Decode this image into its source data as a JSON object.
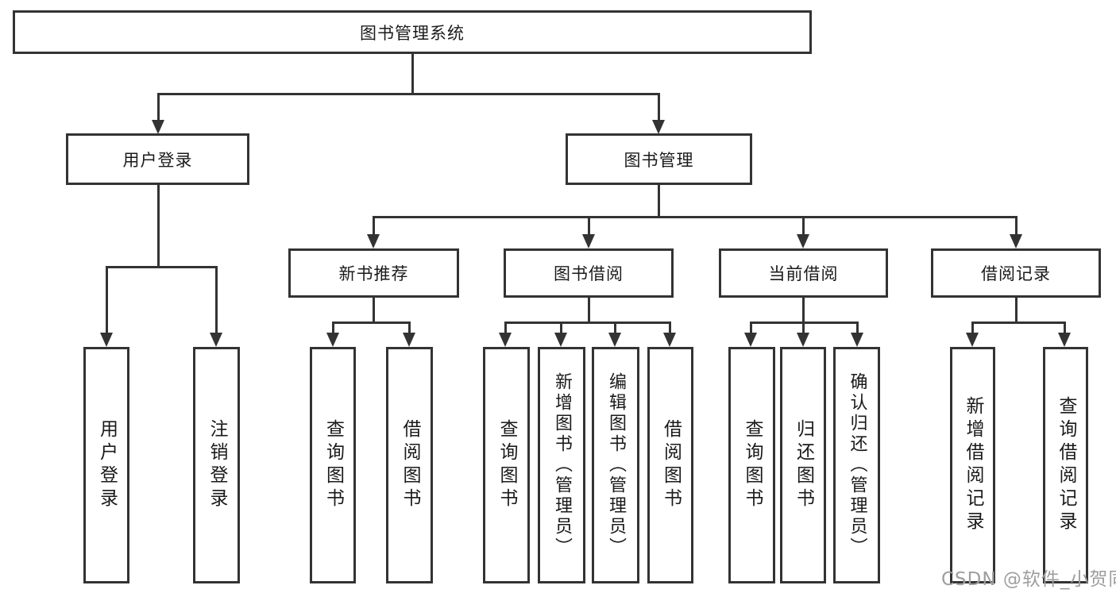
{
  "diagram_title": "图书管理系统",
  "colors": {
    "line": "#333333",
    "box_border": "#333333",
    "background": "#ffffff",
    "text": "#1a1a1a",
    "watermark": "#9e9e9e"
  },
  "tree": {
    "root": {
      "label": "图书管理系统",
      "children": [
        {
          "label": "用户登录",
          "children": [
            {
              "label": "用户登录"
            },
            {
              "label": "注销登录"
            }
          ]
        },
        {
          "label": "图书管理",
          "children": [
            {
              "label": "新书推荐",
              "children": [
                {
                  "label": "查询图书"
                },
                {
                  "label": "借阅图书"
                }
              ]
            },
            {
              "label": "图书借阅",
              "children": [
                {
                  "label": "查询图书"
                },
                {
                  "label": "新增图书（管理员）"
                },
                {
                  "label": "编辑图书（管理员）"
                },
                {
                  "label": "借阅图书"
                }
              ]
            },
            {
              "label": "当前借阅",
              "children": [
                {
                  "label": "查询图书"
                },
                {
                  "label": "归还图书"
                },
                {
                  "label": "确认归还（管理员）"
                }
              ]
            },
            {
              "label": "借阅记录",
              "children": [
                {
                  "label": "新增借阅记录"
                },
                {
                  "label": "查询借阅记录"
                }
              ]
            }
          ]
        }
      ]
    }
  },
  "watermark": {
    "text": "CSDN @软件_小贺同学"
  }
}
